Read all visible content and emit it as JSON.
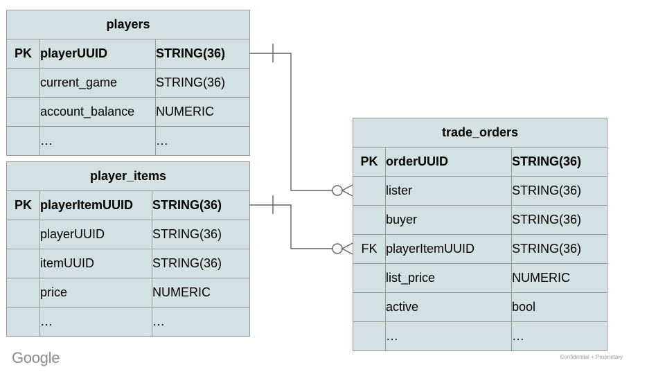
{
  "footer": {
    "brand": "Google",
    "note": "Confidential + Proprietary"
  },
  "colors": {
    "table_fill": "#d4e1e4",
    "table_border": "#979797",
    "connector": "#616161",
    "footer_gray": "#8c8c8c"
  },
  "tables": [
    {
      "title": "players",
      "rows": [
        {
          "key": "PK",
          "name": "playerUUID",
          "type": "STRING(36)"
        },
        {
          "key": "",
          "name": "current_game",
          "type": "STRING(36)"
        },
        {
          "key": "",
          "name": "account_balance",
          "type": "NUMERIC"
        },
        {
          "key": "",
          "name": "…",
          "type": "…"
        }
      ]
    },
    {
      "title": "player_items",
      "rows": [
        {
          "key": "PK",
          "name": "playerItemUUID",
          "type": "STRING(36)"
        },
        {
          "key": "",
          "name": "playerUUID",
          "type": "STRING(36)"
        },
        {
          "key": "",
          "name": "itemUUID",
          "type": "STRING(36)"
        },
        {
          "key": "",
          "name": "price",
          "type": "NUMERIC"
        },
        {
          "key": "",
          "name": "…",
          "type": "…"
        }
      ]
    },
    {
      "title": "trade_orders",
      "rows": [
        {
          "key": "PK",
          "name": "orderUUID",
          "type": "STRING(36)"
        },
        {
          "key": "",
          "name": "lister",
          "type": "STRING(36)"
        },
        {
          "key": "",
          "name": "buyer",
          "type": "STRING(36)"
        },
        {
          "key": "FK",
          "name": "playerItemUUID",
          "type": "STRING(36)"
        },
        {
          "key": "",
          "name": "list_price",
          "type": "NUMERIC"
        },
        {
          "key": "",
          "name": "active",
          "type": "bool"
        },
        {
          "key": "",
          "name": "…",
          "type": "…"
        }
      ]
    }
  ],
  "relationships": [
    {
      "from_table": "players",
      "from_column": "playerUUID",
      "to_table": "trade_orders",
      "to_row": "lister",
      "from_cardinality": "one",
      "to_cardinality": "zero-or-many"
    },
    {
      "from_table": "player_items",
      "from_column": "playerItemUUID",
      "to_table": "trade_orders",
      "to_row": "playerItemUUID",
      "from_cardinality": "one",
      "to_cardinality": "zero-or-many"
    }
  ]
}
